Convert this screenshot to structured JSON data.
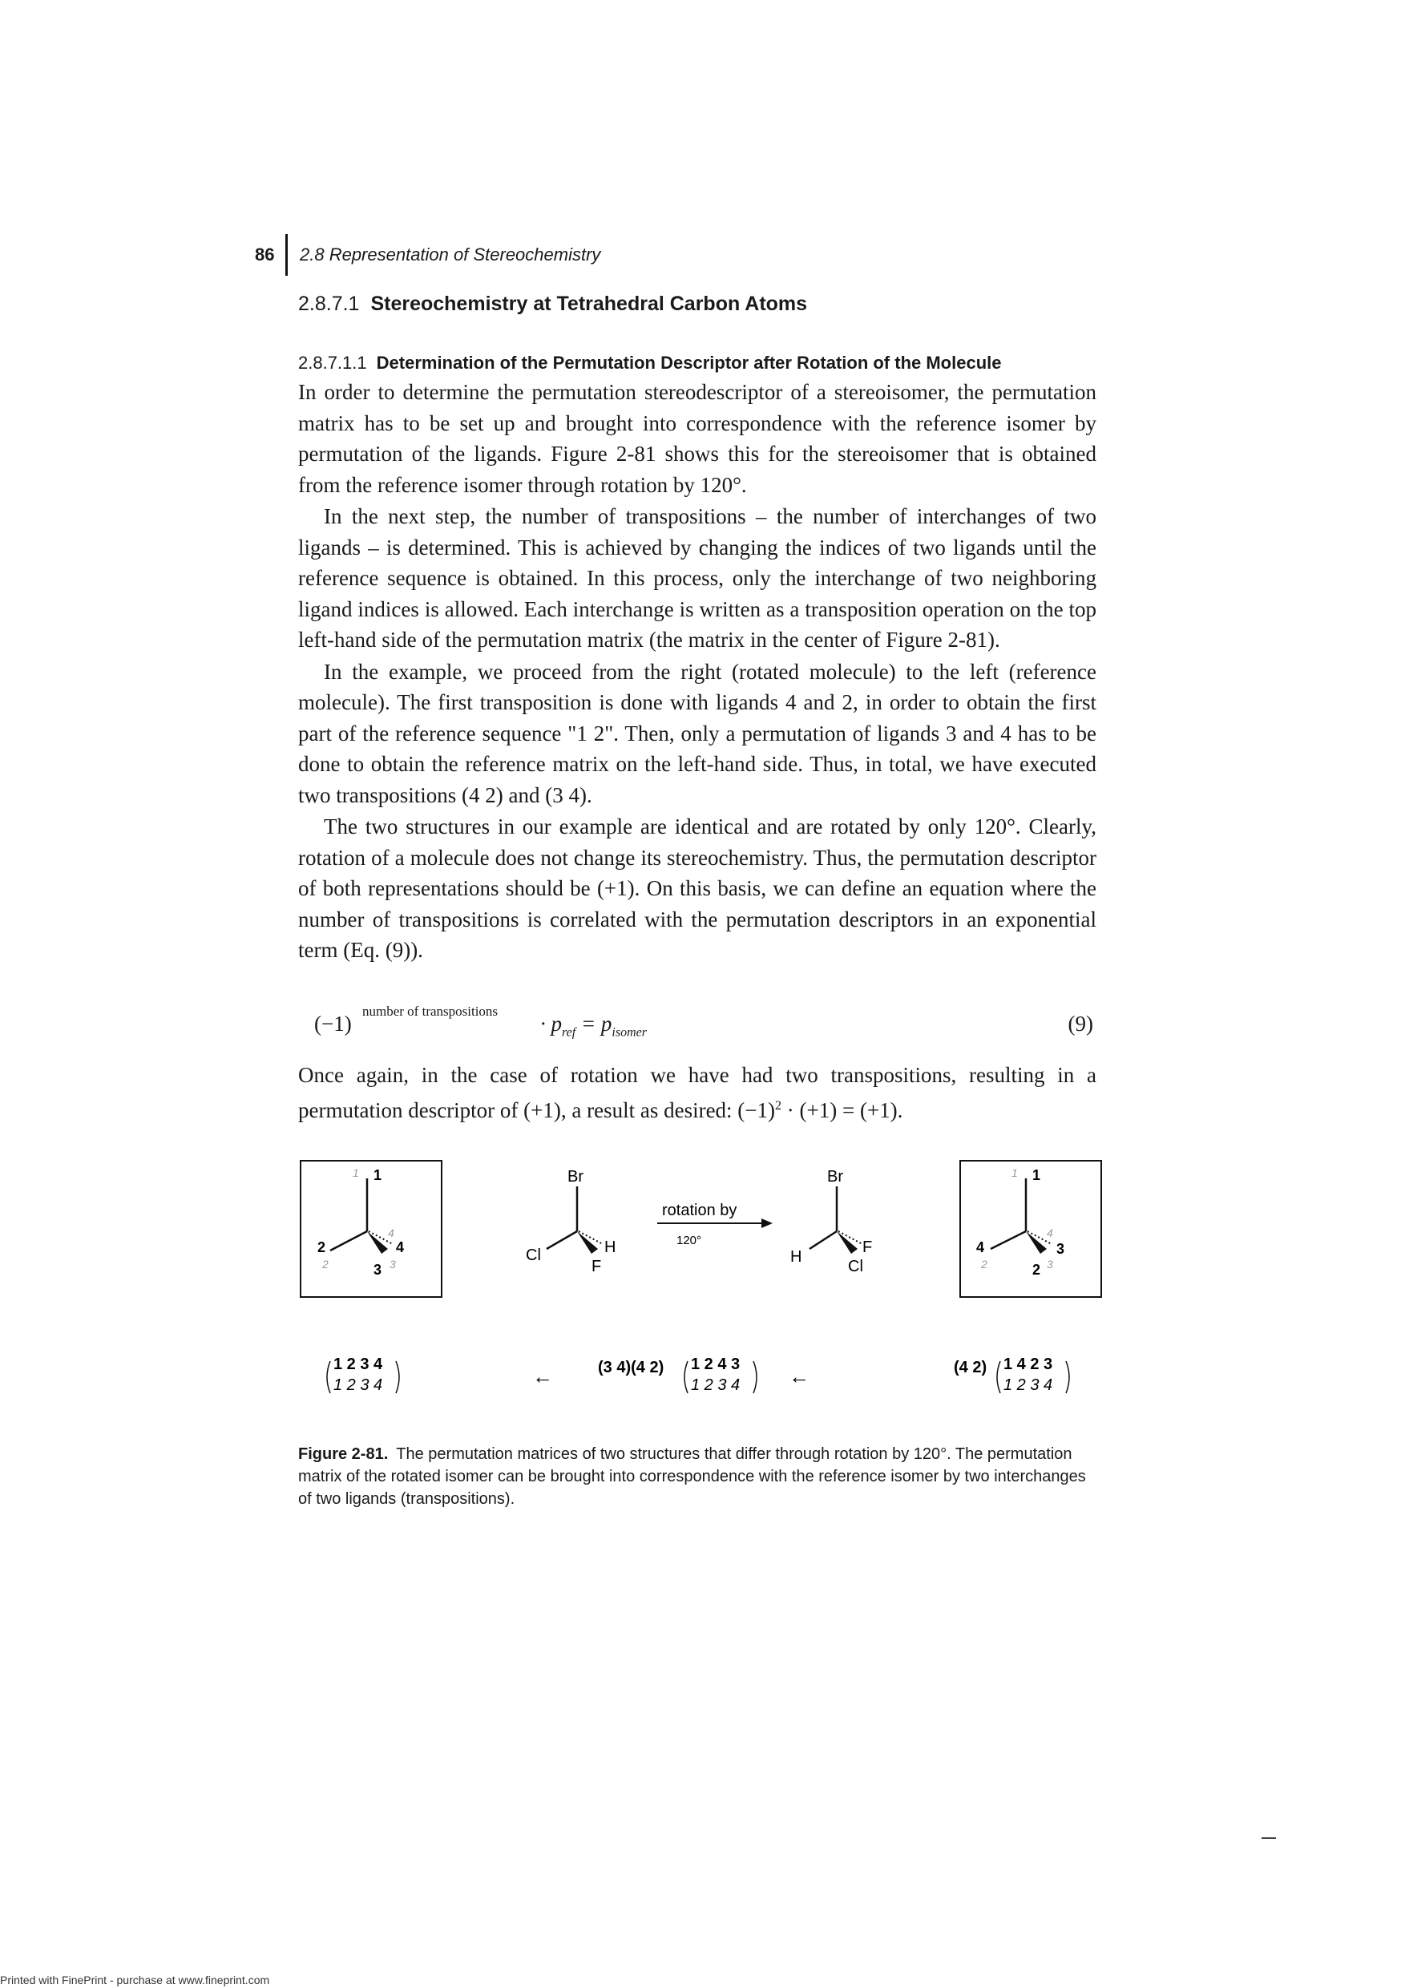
{
  "header": {
    "page_number": "86",
    "running_title": "2.8 Representation of Stereochemistry"
  },
  "section": {
    "number": "2.8.7.1",
    "title": "Stereochemistry at Tetrahedral Carbon Atoms"
  },
  "subsection": {
    "number": "2.8.7.1.1",
    "title": "Determination of the Permutation Descriptor after Rotation of the Molecule"
  },
  "paragraphs": [
    "In order to determine the permutation stereodescriptor of a stereoisomer, the permutation matrix has to be set up and brought into correspondence with the reference isomer by permutation of the ligands. Figure 2-81 shows this for the stereoisomer that is obtained from the reference isomer through rotation by 120°.",
    "In the next step, the number of transpositions – the number of interchanges of two ligands – is determined. This is achieved by changing the indices of two ligands until the reference sequence is obtained. In this process, only the interchange of two neighboring ligand indices is allowed. Each interchange is written as a transposition operation on the top left-hand side of the permutation matrix (the matrix in the center of Figure 2-81).",
    "In the example, we proceed from the right (rotated molecule) to the left (reference molecule). The first transposition is done with ligands 4 and 2, in order to obtain the first part of the reference sequence \"1 2\". Then, only a permutation of ligands 3 and 4 has to be done to obtain the reference matrix on the left-hand side. Thus, in total, we have executed two transpositions (4 2) and (3 4).",
    "The two structures in our example are identical and are rotated by only 120°. Clearly, rotation of a molecule does not change its stereochemistry. Thus, the permutation descriptor of both representations should be (+1). On this basis, we can define an equation where the number of transpositions is correlated with the permutation descriptors in an exponential term (Eq. (9))."
  ],
  "equation": {
    "lhs": "(−1)",
    "superscript": "number of transpositions",
    "rest": "· p",
    "sub_ref": "ref",
    "equals": " = p",
    "sub_isomer": "isomer",
    "number": "(9)"
  },
  "after_equation": {
    "before_sup": "Once again, in the case of rotation we have had two transpositions, resulting in a permutation descriptor of (+1), a result as desired: (−1)",
    "sup": "2",
    "after_sup": " · (+1) = (+1)."
  },
  "figure": {
    "left_box": {
      "top": "1",
      "ghost_top": "1",
      "left": "2",
      "ghost_left": "2",
      "right": "4",
      "ghost_right": "4",
      "bottom": "3",
      "ghost_bottom": "3"
    },
    "mol_left": {
      "top": "Br",
      "left": "Cl",
      "right": "H",
      "bottom": "F"
    },
    "arrow_label": "rotation by",
    "arrow_sublabel": "120°",
    "mol_right": {
      "top": "Br",
      "left": "H",
      "right": "F",
      "bottom": "Cl"
    },
    "right_box": {
      "top": "1",
      "ghost_top": "1",
      "left": "4",
      "ghost_left": "2",
      "right": "3",
      "ghost_right": "4",
      "bottom": "2",
      "ghost_bottom": "3"
    },
    "matrices": {
      "left": {
        "top": "1 2 3 4",
        "bottom": "1 2 3 4"
      },
      "arrow1": "←",
      "center_prefix": "(3 4)(4 2)",
      "center": {
        "top": "1 2 4 3",
        "bottom": "1 2 3 4"
      },
      "arrow2": "←",
      "right_prefix": "(4 2)",
      "right": {
        "top": "1 4 2 3",
        "bottom": "1 2 3 4"
      }
    }
  },
  "caption": {
    "label": "Figure 2-81.",
    "text": "The permutation matrices of two structures that differ through rotation by 120°. The permutation matrix of the rotated isomer can be brought into correspondence with the reference isomer by two interchanges of two ligands (transpositions)."
  },
  "footer": "Printed with FinePrint - purchase at www.fineprint.com"
}
